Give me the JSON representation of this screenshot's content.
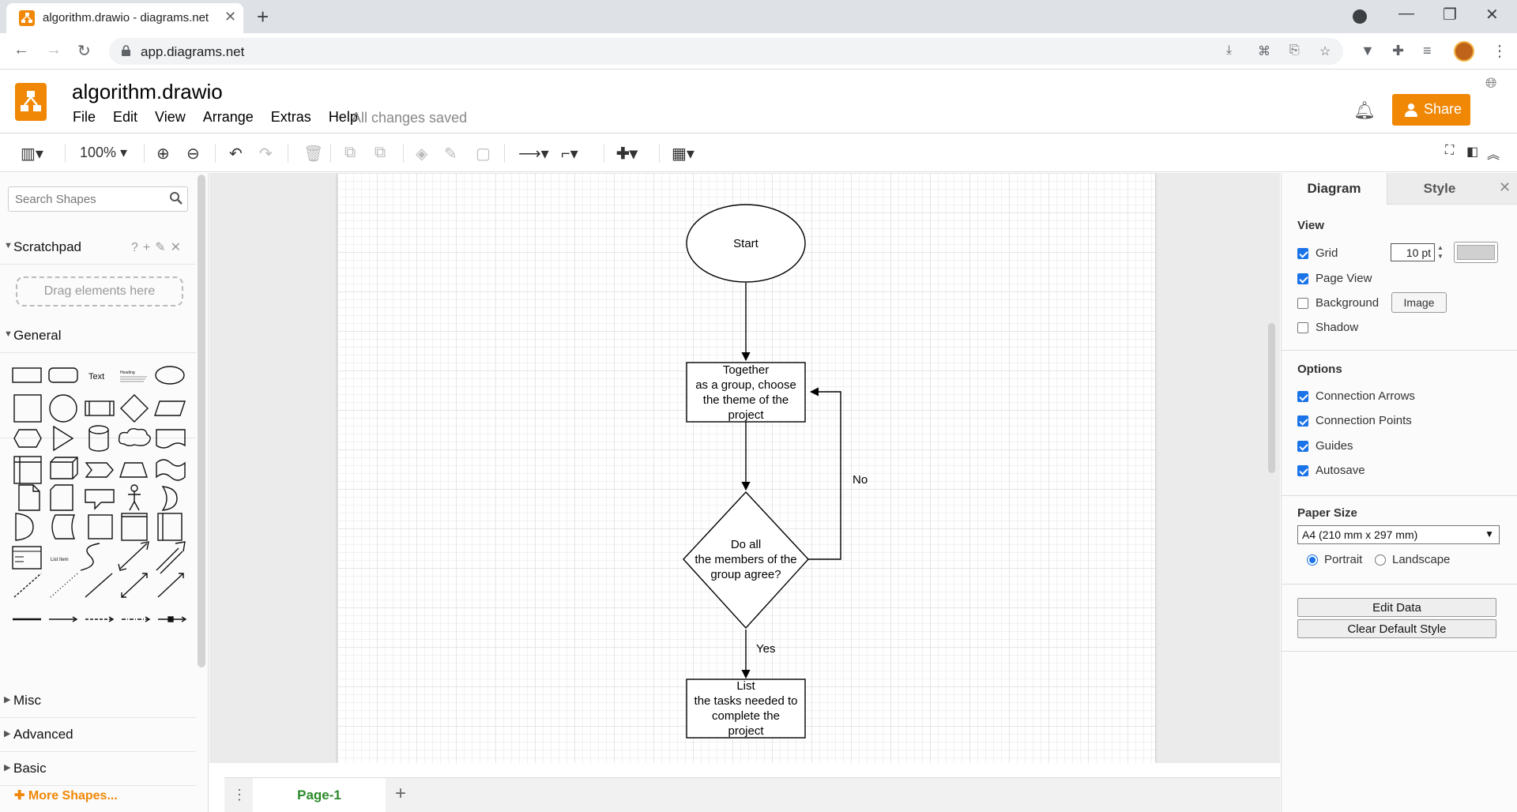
{
  "browser": {
    "tab_title": "algorithm.drawio - diagrams.net",
    "url": "app.diagrams.net"
  },
  "app": {
    "title": "algorithm.drawio",
    "menu": [
      "File",
      "Edit",
      "View",
      "Arrange",
      "Extras",
      "Help"
    ],
    "save_status": "All changes saved",
    "share_label": "Share",
    "brand_color": "#f08705"
  },
  "toolbar": {
    "zoom": "100%"
  },
  "sidebar": {
    "search_placeholder": "Search Shapes",
    "scratchpad_label": "Scratchpad",
    "drag_hint": "Drag elements here",
    "general_label": "General",
    "shape_text_label": "Text",
    "shape_heading_label": "Heading",
    "shape_listitem_label": "List Item",
    "sections": [
      "Misc",
      "Advanced",
      "Basic"
    ],
    "more_shapes": "More Shapes..."
  },
  "diagram": {
    "start": "Start",
    "step1": [
      "Together",
      "as a group, choose",
      "the theme of the",
      "project"
    ],
    "decision": [
      "Do all",
      "the members of the",
      "group agree?"
    ],
    "step2": [
      "List",
      "the tasks needed to",
      "complete the",
      "project"
    ],
    "label_no": "No",
    "label_yes": "Yes"
  },
  "pages": {
    "current": "Page-1"
  },
  "format_panel": {
    "tabs": [
      "Diagram",
      "Style"
    ],
    "view_header": "View",
    "grid_label": "Grid",
    "grid_checked": true,
    "grid_size": "10 pt",
    "page_view_label": "Page View",
    "page_view_checked": true,
    "background_label": "Background",
    "background_checked": false,
    "image_button": "Image",
    "shadow_label": "Shadow",
    "shadow_checked": false,
    "options_header": "Options",
    "options": [
      {
        "label": "Connection Arrows",
        "checked": true
      },
      {
        "label": "Connection Points",
        "checked": true
      },
      {
        "label": "Guides",
        "checked": true
      },
      {
        "label": "Autosave",
        "checked": true
      }
    ],
    "paper_size_header": "Paper Size",
    "paper_size_value": "A4 (210 mm x 297 mm)",
    "orientation": {
      "portrait": "Portrait",
      "landscape": "Landscape",
      "selected": "portrait"
    },
    "edit_data": "Edit Data",
    "clear_default_style": "Clear Default Style"
  }
}
